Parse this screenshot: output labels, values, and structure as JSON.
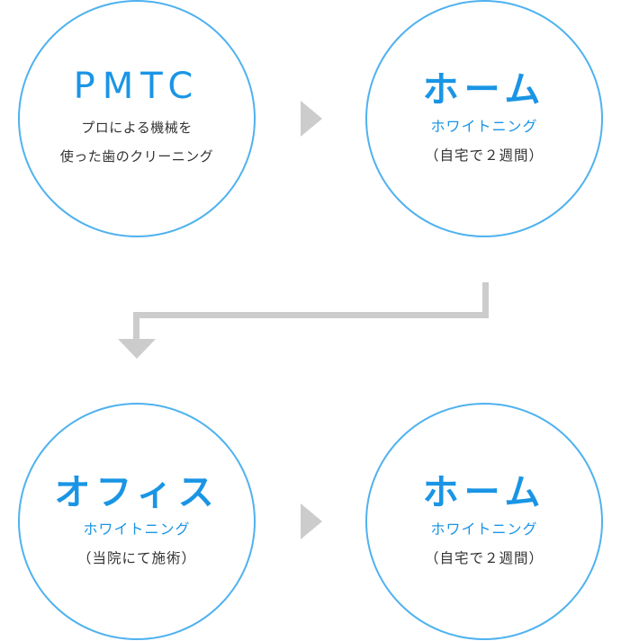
{
  "steps": [
    {
      "title": "PMTC",
      "description_lines": [
        "プロによる機械を",
        "使った歯のクリーニング"
      ]
    },
    {
      "title": "ホーム",
      "subtitle": "ホワイトニング",
      "note": "（自宅で２週間）"
    },
    {
      "title": "オフィス",
      "subtitle": "ホワイトニング",
      "note": "（当院にて施術）"
    },
    {
      "title": "ホーム",
      "subtitle": "ホワイトニング",
      "note": "（自宅で２週間）"
    }
  ],
  "colors": {
    "circle_border": "#4fb2ef",
    "accent_text": "#1a95e5",
    "body_text": "#333333",
    "arrow": "#cccccc"
  },
  "icons": {
    "flow_arrow_right": "triangle-right",
    "flow_arrow_down": "triangle-down"
  }
}
